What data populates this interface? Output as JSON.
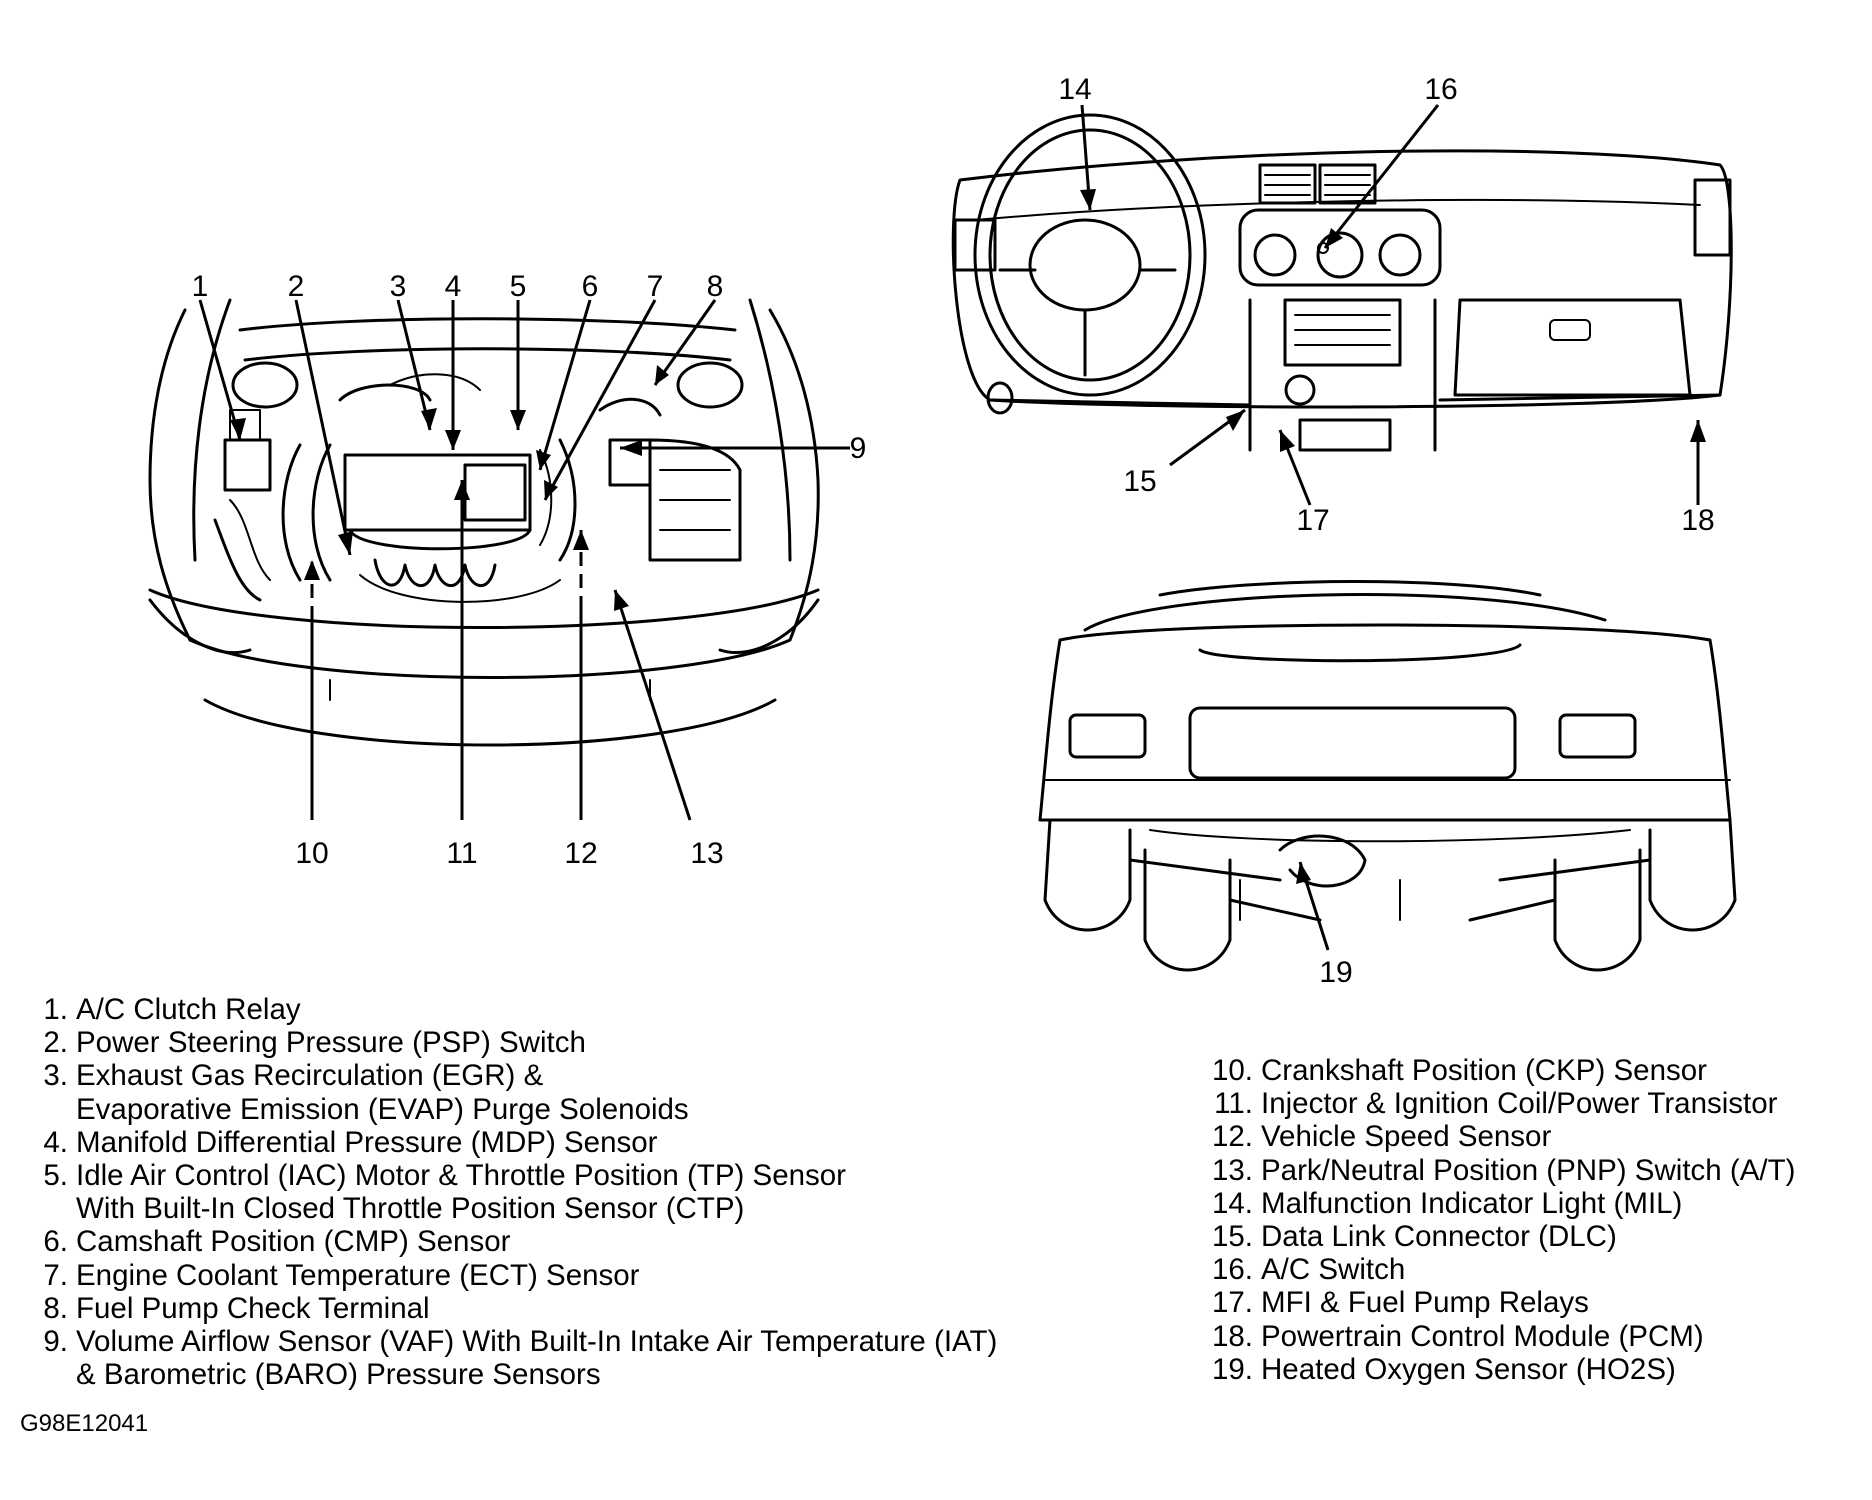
{
  "figure_code": "G98E12041",
  "callouts": [
    "1",
    "2",
    "3",
    "4",
    "5",
    "6",
    "7",
    "8",
    "9",
    "10",
    "11",
    "12",
    "13",
    "14",
    "15",
    "16",
    "17",
    "18",
    "19"
  ],
  "legend_left": [
    {
      "num": "1.",
      "lines": [
        "A/C Clutch Relay"
      ]
    },
    {
      "num": "2.",
      "lines": [
        "Power Steering Pressure (PSP) Switch"
      ]
    },
    {
      "num": "3.",
      "lines": [
        "Exhaust Gas Recirculation (EGR) &",
        "Evaporative Emission (EVAP) Purge Solenoids"
      ]
    },
    {
      "num": "4.",
      "lines": [
        "Manifold Differential Pressure (MDP) Sensor"
      ]
    },
    {
      "num": "5.",
      "lines": [
        "Idle Air Control (IAC) Motor & Throttle Position (TP) Sensor",
        "With Built-In Closed Throttle Position Sensor (CTP)"
      ]
    },
    {
      "num": "6.",
      "lines": [
        "Camshaft Position (CMP) Sensor"
      ]
    },
    {
      "num": "7.",
      "lines": [
        "Engine Coolant Temperature (ECT) Sensor"
      ]
    },
    {
      "num": "8.",
      "lines": [
        "Fuel Pump Check Terminal"
      ]
    },
    {
      "num": "9.",
      "lines": [
        "Volume Airflow Sensor (VAF) With Built-In Intake Air Temperature (IAT)",
        "& Barometric (BARO) Pressure Sensors"
      ]
    }
  ],
  "legend_right": [
    {
      "num": "10.",
      "text": "Crankshaft Position (CKP) Sensor"
    },
    {
      "num": "11.",
      "text": "Injector & Ignition Coil/Power Transistor"
    },
    {
      "num": "12.",
      "text": "Vehicle Speed Sensor"
    },
    {
      "num": "13.",
      "text": "Park/Neutral Position (PNP) Switch (A/T)"
    },
    {
      "num": "14.",
      "text": "Malfunction Indicator Light (MIL)"
    },
    {
      "num": "15.",
      "text": "Data Link Connector (DLC)"
    },
    {
      "num": "16.",
      "text": "A/C Switch"
    },
    {
      "num": "17.",
      "text": "MFI & Fuel Pump Relays"
    },
    {
      "num": "18.",
      "text": "Powertrain Control Module (PCM)"
    },
    {
      "num": "19.",
      "text": "Heated Oxygen Sensor (HO2S)"
    }
  ]
}
